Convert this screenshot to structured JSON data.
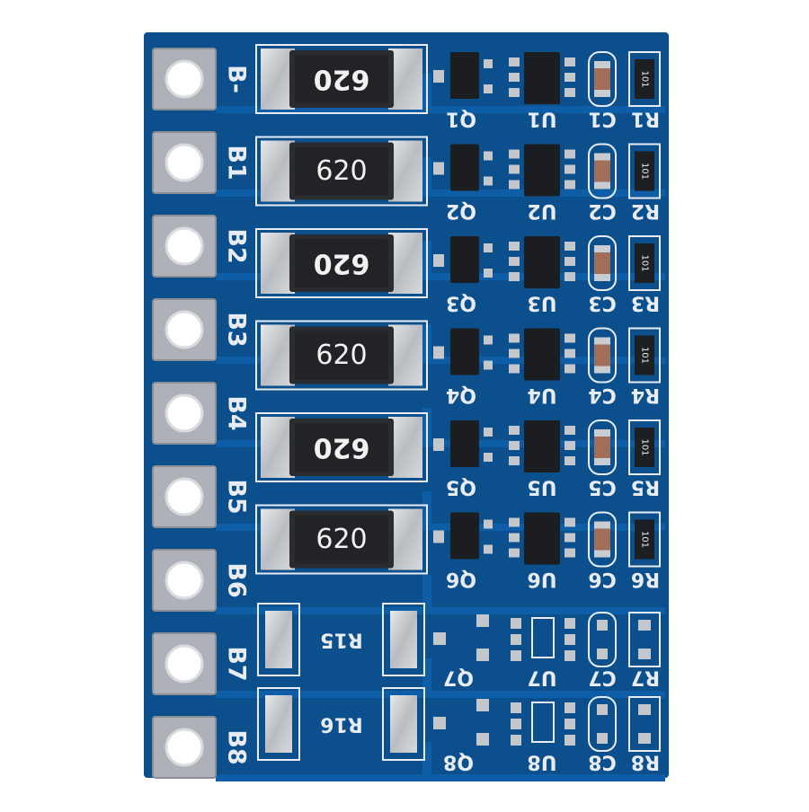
{
  "board": {
    "colors": {
      "background": "#ffffff",
      "pcb": "#0b4f8c",
      "pcb_trace": "#0d5ea6",
      "pad_metal": "#c9ccd0",
      "silkscreen": "#e8ecf2",
      "chip_body": "#1c1d20",
      "cap_body": "#a26e58",
      "resistor_text": "#f2f2f2"
    },
    "pins": [
      "B-",
      "B1",
      "B2",
      "B3",
      "B4",
      "B5",
      "B6",
      "B7",
      "B8"
    ],
    "channels": [
      {
        "power_resistor": "620",
        "mosfet": "Q1",
        "ic": "U1",
        "cap": "C1",
        "resistor": "R1",
        "smd_code": "101"
      },
      {
        "power_resistor": "620",
        "mosfet": "Q2",
        "ic": "U2",
        "cap": "C2",
        "resistor": "R2",
        "smd_code": "101"
      },
      {
        "power_resistor": "620",
        "mosfet": "Q3",
        "ic": "U3",
        "cap": "C3",
        "resistor": "R3",
        "smd_code": "101"
      },
      {
        "power_resistor": "620",
        "mosfet": "Q4",
        "ic": "U4",
        "cap": "C4",
        "resistor": "R4",
        "smd_code": "101"
      },
      {
        "power_resistor": "620",
        "mosfet": "Q5",
        "ic": "U5",
        "cap": "C5",
        "resistor": "R5",
        "smd_code": "101"
      },
      {
        "power_resistor": "620",
        "mosfet": "Q6",
        "ic": "U6",
        "cap": "C6",
        "resistor": "R6",
        "smd_code": "101"
      }
    ],
    "empty_channels": [
      {
        "resistor_footprint": "R15",
        "mosfet": "Q7",
        "ic": "U7",
        "cap": "C7",
        "resistor": "R7"
      },
      {
        "resistor_footprint": "R16",
        "mosfet": "Q8",
        "ic": "U8",
        "cap": "C8",
        "resistor": "R8"
      }
    ]
  }
}
